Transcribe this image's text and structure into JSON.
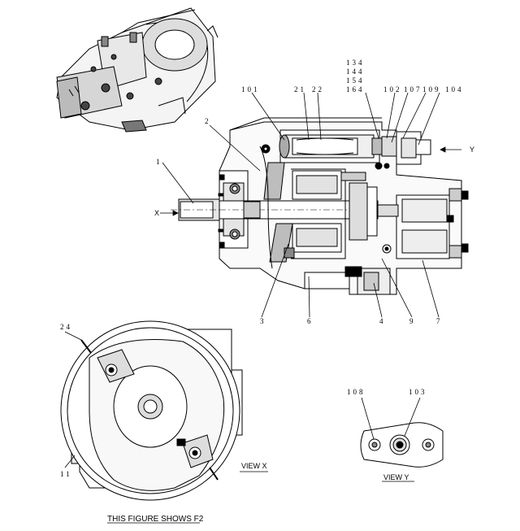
{
  "callouts": {
    "c134": "134",
    "c144": "144",
    "c154": "154",
    "c164": "164",
    "c101": "101",
    "c21": "21",
    "c22": "22",
    "c102": "102",
    "c107": "107",
    "c109": "109",
    "c104": "104",
    "c2": "2",
    "c1": "1",
    "c3": "3",
    "c6": "6",
    "c4": "4",
    "c9": "9",
    "c7": "7",
    "c24": "24",
    "c11": "11",
    "c108": "108",
    "c103": "103"
  },
  "arrows": {
    "x": "X",
    "y": "Y"
  },
  "views": {
    "view_x": "VIEW  X",
    "view_y": "VIEW  Y"
  },
  "caption": "THIS FIGURE SHOWS  F2"
}
